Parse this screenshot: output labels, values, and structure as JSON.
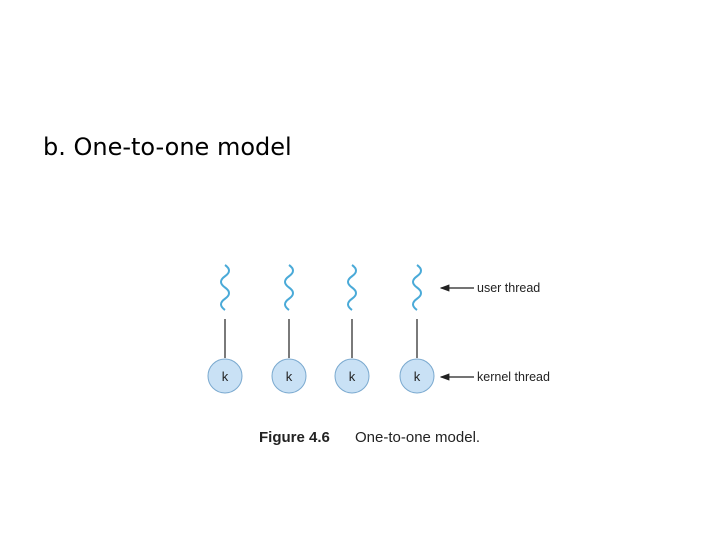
{
  "slide": {
    "title": "b. One-to-one model"
  },
  "diagram": {
    "threads": [
      {
        "kernel_label": "k"
      },
      {
        "kernel_label": "k"
      },
      {
        "kernel_label": "k"
      },
      {
        "kernel_label": "k"
      }
    ],
    "labels": {
      "user_thread": "user thread",
      "kernel_thread": "kernel thread"
    },
    "caption": {
      "number": "Figure 4.6",
      "text": "One-to-one model."
    },
    "colors": {
      "user_thread_wave": "#4aaad8",
      "kernel_circle_fill": "#c9e1f5",
      "kernel_circle_stroke": "#7aa9cf",
      "line": "#222222"
    }
  }
}
